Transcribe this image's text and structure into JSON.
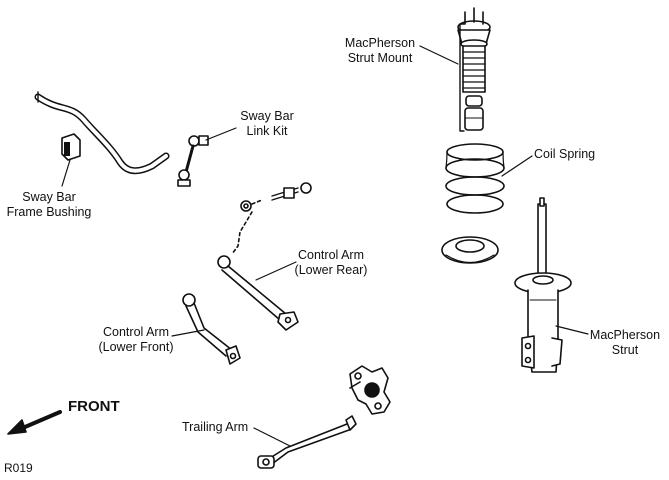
{
  "labels": {
    "strut_mount": [
      "MacPherson",
      "Strut Mount"
    ],
    "sway_bar_link_kit": [
      "Sway Bar",
      "Link Kit"
    ],
    "coil_spring": "Coil Spring",
    "sway_bar_frame_bushing": [
      "Sway Bar",
      "Frame Bushing"
    ],
    "control_arm_lower_rear": [
      "Control Arm",
      "(Lower Rear)"
    ],
    "control_arm_lower_front": [
      "Control Arm",
      "(Lower Front)"
    ],
    "macpherson_strut": [
      "MacPherson",
      "Strut"
    ],
    "trailing_arm": "Trailing Arm"
  },
  "front_indicator": "FRONT",
  "figure_code": "R019"
}
